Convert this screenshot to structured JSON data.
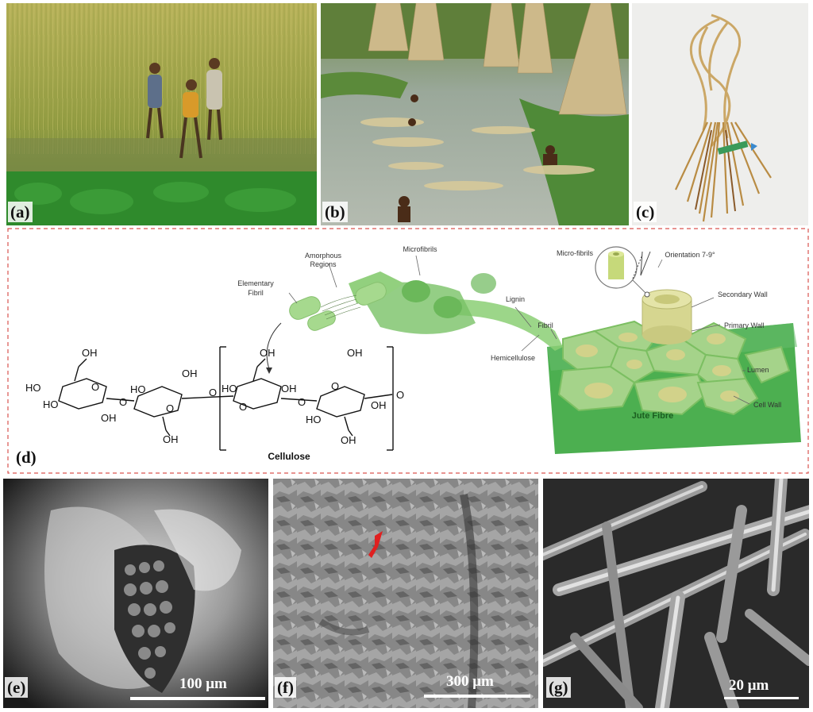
{
  "panels": {
    "a": {
      "label": "(a)"
    },
    "b": {
      "label": "(b)"
    },
    "c": {
      "label": "(c)"
    },
    "d": {
      "label": "(d)"
    },
    "e": {
      "label": "(e)",
      "scale": "100 μm"
    },
    "f": {
      "label": "(f)",
      "scale": "300 μm"
    },
    "g": {
      "label": "(g)",
      "scale": "20 μm"
    }
  },
  "diagram": {
    "amorphous": [
      "Amorphous",
      "Regions"
    ],
    "elementary": [
      "Elementary",
      "Fibril"
    ],
    "microfibrils": "Microfibrils",
    "lignin": "Lignin",
    "fibril": "Fibril",
    "hemicellulose": "Hemicellulose",
    "micro_fibrils": "Micro-fibrils",
    "orientation": "Orientation 7-9°",
    "secondary_wall": "Secondary Wall",
    "primary_wall": "Primary Wall",
    "lumen": "Lumen",
    "cell_wall": "Cell Wall",
    "jute_fibre": "Jute Fibre",
    "cellulose": "Cellulose"
  },
  "chem_groups": {
    "oh": "OH",
    "ho": "HO",
    "o": "O"
  }
}
